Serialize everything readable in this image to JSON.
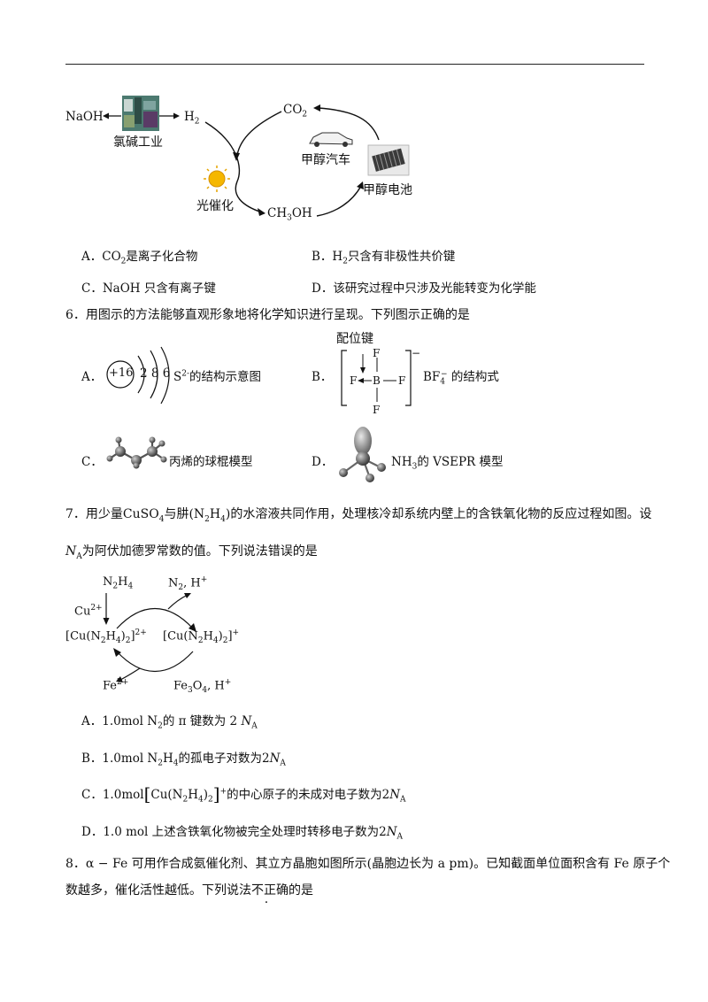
{
  "top_diagram": {
    "naoh": "NaOH",
    "h2": "H",
    "h2_sub": "2",
    "chlor_alkali": "氯碱工业",
    "photocatalysis": "光催化",
    "ch3oh_pre": "CH",
    "ch3oh_sub": "3",
    "ch3oh_post": "OH",
    "co2": "CO",
    "co2_sub": "2",
    "methanol_car": "甲醇汽车",
    "methanol_battery": "甲醇电池"
  },
  "q5": {
    "A_label": "A．",
    "A_pre": "CO",
    "A_sub": "2",
    "A_post": "是离子化合物",
    "B_label": "B．",
    "B_pre": "H",
    "B_sub": "2",
    "B_post": "只含有非极性共价键",
    "C_label": "C．",
    "C_text": "NaOH 只含有离子键",
    "D_label": "D．",
    "D_text": "该研究过程中只涉及光能转变为化学能"
  },
  "q6": {
    "stem": "6．用图示的方法能够直观形象地将化学知识进行呈现。下列图示正确的是",
    "A_label": "A．",
    "A_nucleus": "+16",
    "A_shells": "2 8 6",
    "A_ion": "S",
    "A_ion_sup": "2-",
    "A_text": "的结构示意图",
    "B_label": "B．",
    "B_coord_label": "配位键",
    "B_F": "F",
    "B_B": "B",
    "B_charge": "−",
    "B_formula": "BF",
    "B_formula_sub": "4",
    "B_formula_sup": "−",
    "B_text": "的结构式",
    "C_label": "C．",
    "C_text": "丙烯的球棍模型",
    "D_label": "D．",
    "D_formula": "NH",
    "D_formula_sub": "3",
    "D_text": "的 VSEPR 模型"
  },
  "q7": {
    "stem_line1_pre": "7．用少量",
    "stem_cuso": "CuSO",
    "stem_cuso_sub": "4",
    "stem_mid": "与肼(",
    "stem_n2h4": "N",
    "stem_n2h4_sub1": "2",
    "stem_n2h4_h": "H",
    "stem_n2h4_sub2": "4",
    "stem_line1_post": ")的水溶液共同作用，处理核冷却系统内壁上的含铁氧化物的反应过程如图。设",
    "stem_line2_NA": "N",
    "stem_line2_NA_sub": "A",
    "stem_line2_post": "为阿伏加德罗常数的值。下列说法错误的是",
    "diagram": {
      "n2h4": "N",
      "n2h4_sub1": "2",
      "n2h4_h": "H",
      "n2h4_sub2": "4",
      "n2h": "N",
      "n2h_sub": "2",
      "n2h_post": ", H",
      "n2h_sup": "+",
      "cu": "Cu",
      "cu_sup": "2+",
      "complex1": "[Cu(N",
      "complex1_sub1": "2",
      "complex1_h": "H",
      "complex1_sub2": "4",
      "complex1_close": ")",
      "complex1_sub3": "2",
      "complex1_end": "]",
      "complex1_sup": "2+",
      "complex2": "[Cu(N",
      "complex2_sub1": "2",
      "complex2_h": "H",
      "complex2_sub2": "4",
      "complex2_close": ")",
      "complex2_sub3": "2",
      "complex2_end": "]",
      "complex2_sup": "+",
      "fe": "Fe",
      "fe_sup": "2+",
      "fe3o4": "Fe",
      "fe3o4_sub1": "3",
      "fe3o4_o": "O",
      "fe3o4_sub2": "4",
      "fe3o4_post": ", H",
      "fe3o4_sup": "+"
    },
    "A_label": "A．",
    "A_pre": "1.0mol N",
    "A_sub": "2",
    "A_mid": "的 π 键数为 2",
    "A_NA": "N",
    "A_NA_sub": "A",
    "B_label": "B．",
    "B_pre": "1.0mol N",
    "B_sub1": "2",
    "B_h": "H",
    "B_sub2": "4",
    "B_mid": "的孤电子对数为2",
    "B_NA": "N",
    "B_NA_sub": "A",
    "C_label": "C．",
    "C_pre": "1.0mol",
    "C_complex": "Cu(N",
    "C_sub1": "2",
    "C_h": "H",
    "C_sub2": "4",
    "C_close": ")",
    "C_sub3": "2",
    "C_sup": "+",
    "C_mid": "的中心原子的未成对电子数为2",
    "C_NA": "N",
    "C_NA_sub": "A",
    "D_label": "D．",
    "D_text": "1.0 mol 上述含铁氧化物被完全处理时转移电子数为2",
    "D_NA": "N",
    "D_NA_sub": "A"
  },
  "q8": {
    "line1": "8．α − Fe 可用作合成氨催化剂、其立方晶胞如图所示(晶胞边长为 a pm)。已知截面单位面积含有 Fe 原子个",
    "line2_pre": "数越多，催化活性越低。下列说法",
    "line2_emph": "不正确",
    "line2_post": "的是"
  }
}
